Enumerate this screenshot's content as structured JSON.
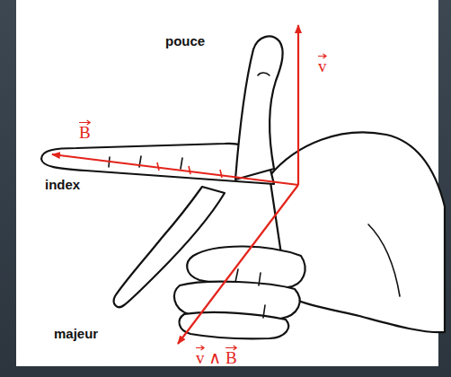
{
  "diagram": {
    "labels": [
      "pouce",
      "v",
      "B",
      "index",
      "majeur",
      "v ∧ B"
    ]
  }
}
